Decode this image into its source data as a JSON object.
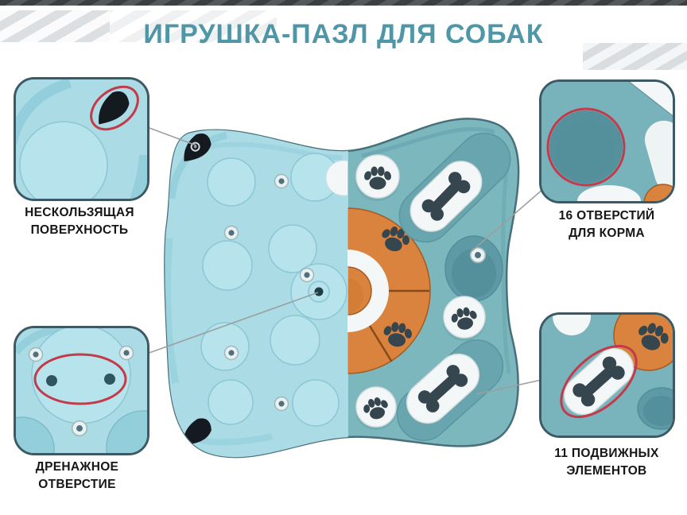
{
  "title": "ИГРУШКА-ПАЗЛ ДЛЯ СОБАК",
  "callouts": {
    "top_left": {
      "line1": "НЕСКОЛЬЗЯЩАЯ",
      "line2": "ПОВЕРХНОСТЬ"
    },
    "top_right": {
      "line1": "16 ОТВЕРСТИЙ",
      "line2": "ДЛЯ КОРМА"
    },
    "bottom_left": {
      "line1": "ДРЕНАЖНОЕ",
      "line2": "ОТВЕРСТИЕ"
    },
    "bottom_right": {
      "line1": "11 ПОДВИЖНЫХ",
      "line2": "ЭЛЕМЕНТОВ"
    }
  },
  "colors": {
    "title": "#4f96a6",
    "label_text": "#161616",
    "annotation_red": "#c23b4a",
    "toy_top_teal": "#7db7be",
    "toy_bottom_blue": "#abdbe5",
    "toy_orange": "#da833e",
    "element_white": "#f4f7f7",
    "bone_paw_dark": "#36464f"
  }
}
